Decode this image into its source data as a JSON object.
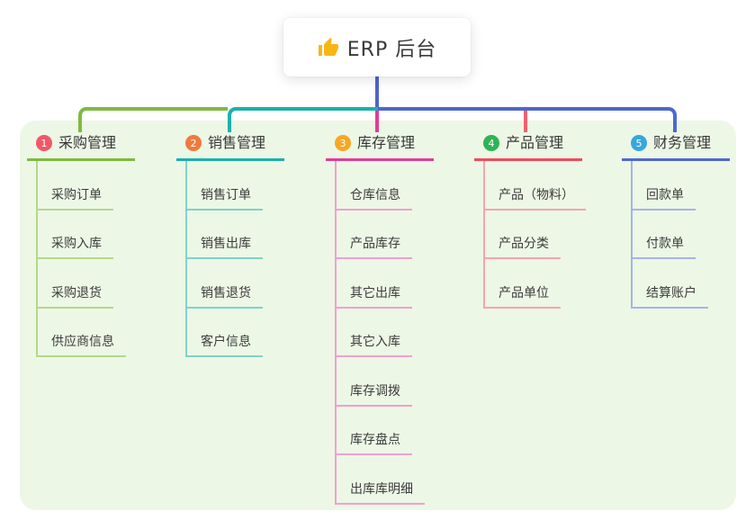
{
  "root": {
    "title": "ERP 后台",
    "icon": "thumbs-up-icon",
    "icon_color": "#f7b614"
  },
  "colors": {
    "canvas_bg": "#ffffff",
    "panel_bg": "#edf7e6",
    "root_line": "#4f63ce",
    "text_dark": "#3a3a3a"
  },
  "branches": [
    {
      "badge": "1",
      "label": "采购管理",
      "badge_color": "#f25767",
      "line_color": "#7fba40",
      "light_color": "#b3d98a",
      "children": [
        "采购订单",
        "采购入库",
        "采购退货",
        "供应商信息"
      ]
    },
    {
      "badge": "2",
      "label": "销售管理",
      "badge_color": "#ef7a3d",
      "line_color": "#19b2aa",
      "light_color": "#7ed3cb",
      "children": [
        "销售订单",
        "销售出库",
        "销售退货",
        "客户信息"
      ]
    },
    {
      "badge": "3",
      "label": "库存管理",
      "badge_color": "#f7a723",
      "line_color": "#e13d96",
      "light_color": "#f0a0cf",
      "children": [
        "仓库信息",
        "产品库存",
        "其它出库",
        "其它入库",
        "库存调拨",
        "库存盘点",
        "出库库明细"
      ]
    },
    {
      "badge": "4",
      "label": "产品管理",
      "badge_color": "#2fb357",
      "line_color": "#ef4b5d",
      "light_color": "#f7a3ad",
      "drop_color": "#f2606e",
      "children": [
        "产品（物料）",
        "产品分类",
        "产品单位"
      ]
    },
    {
      "badge": "5",
      "label": "财务管理",
      "badge_color": "#36a7de",
      "line_color": "#4d68d0",
      "light_color": "#a5b3ea",
      "children": [
        "回款单",
        "付款单",
        "结算账户"
      ]
    }
  ]
}
